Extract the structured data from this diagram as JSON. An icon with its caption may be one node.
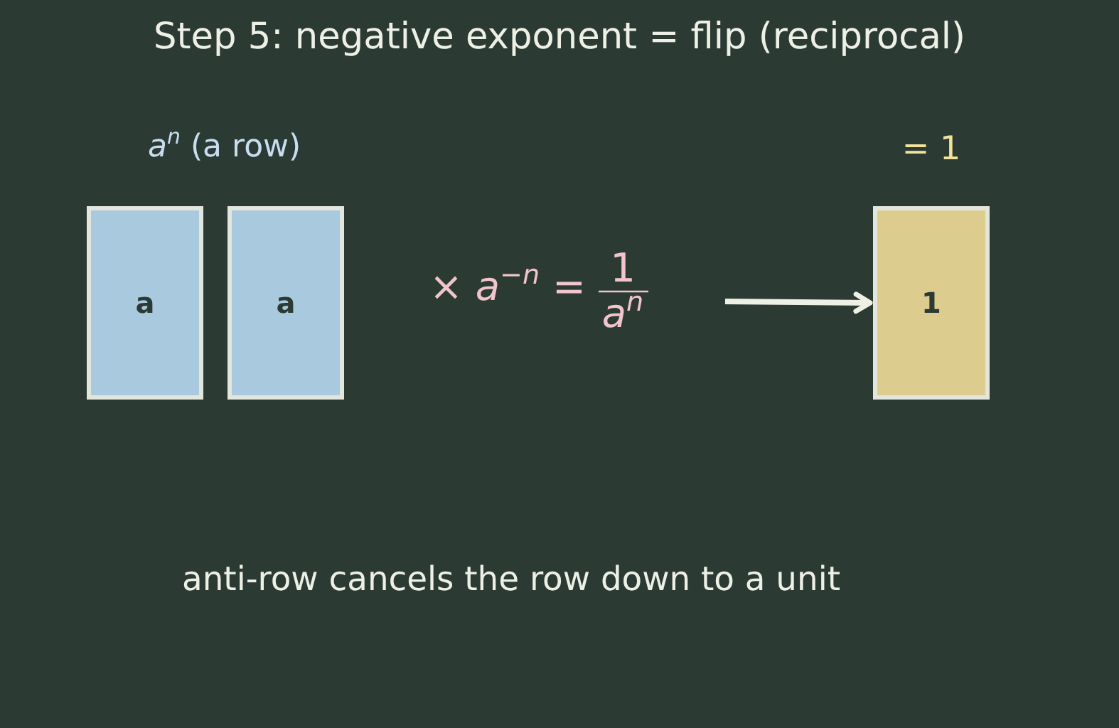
{
  "diagram": {
    "title": "Step 5: negative exponent = flip (reciprocal)",
    "caption": "anti-row cancels the row down to a unit",
    "nodes": [
      {
        "text": [
          "a"
        ]
      },
      {
        "text": [
          "a"
        ]
      },
      {
        "text": [
          "1"
        ],
        "beside": [
          "= 1"
        ]
      }
    ],
    "edges": [
      {
        "from": null,
        "to": 2,
        "arrow": "to"
      }
    ],
    "labels": [
      "*a*$^{n}$ (a row)",
      "× *a*$^{−n}$ =",
      "1",
      "*a*$^{n}$"
    ]
  }
}
